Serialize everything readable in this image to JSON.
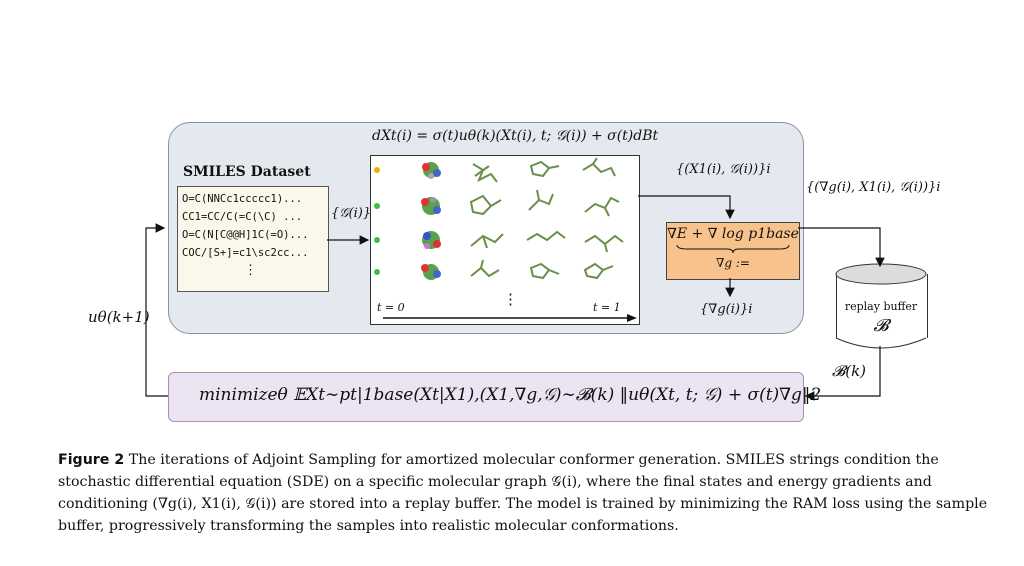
{
  "figure": {
    "smiles_title": "SMILES Dataset",
    "smiles_lines": [
      "O=C(NNCc1ccccc1)...",
      "CC1=CC/C(=C(\\C) ...",
      "O=C(N[C@@H]1C(=O)...",
      "COC/[S+]=c1\\sc2cc..."
    ],
    "smiles_ellipsis": "⋮",
    "graph_set": "{𝒢(i)}i",
    "sde_equation": "dXt(i) = σ(t)uθ(k)(Xt(i), t; 𝒢(i)) + σ(t)dBt",
    "t_start": "t = 0",
    "t_end": "t = 1",
    "sim_ellipsis": "⋮",
    "final_states": "{(X1(i), 𝒢(i))}i",
    "energy_expr": "∇E + ∇ log p1base",
    "grad_def": "∇g :=",
    "grad_set": "{∇g(i)}i",
    "buffer_tuple": "{(∇g(i), X1(i), 𝒢(i))}i",
    "buffer_label": "replay buffer",
    "buffer_symbol": "𝓑",
    "buffer_k": "𝓑(k)",
    "next_model": "uθ(k+1)",
    "minimize_text": "minimizeθ 𝔼Xt∼pt|1base(Xt|X1),(X1,∇g,𝒢)∼𝓑(k) ‖uθ(Xt, t; 𝒢) + σ(t)∇g‖2"
  },
  "caption": {
    "label": "Figure 2",
    "text": "The iterations of Adjoint Sampling for amortized molecular conformer generation. SMILES strings condition the stochastic differential equation (SDE) on a specific molecular graph 𝒢(i), where the final states and energy gradients and conditioning (∇g(i), X1(i), 𝒢(i)) are stored into a replay buffer. The model is trained by minimizing the RAM loss using the sample buffer, progressively transforming the samples into realistic molecular conformations."
  },
  "colors": {
    "panel_bg": "#e4e8ef",
    "smiles_bg": "#fbf7ea",
    "energy_bg": "#f8c28c",
    "minimize_bg": "#ece3f3",
    "start_dot_yellow": "#e6b400",
    "start_dot_green": "#3fbf3f"
  }
}
